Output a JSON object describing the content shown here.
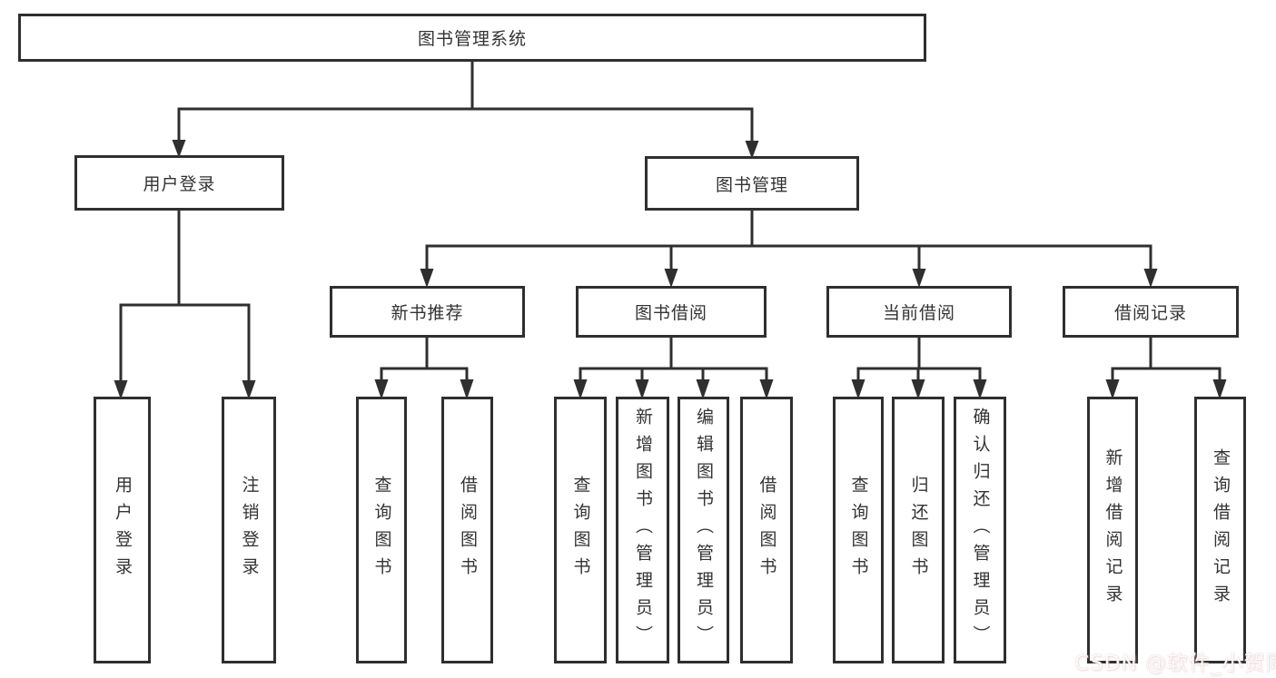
{
  "colors": {
    "line": "#2f2f2f",
    "box_bg": "#ffffff",
    "text": "#333333",
    "bg": "#ffffff",
    "watermark_text": "#ffffff"
  },
  "watermark": {
    "text": "CSDN @软件_小贺同学"
  },
  "tree": {
    "root": {
      "label": "图书管理系统",
      "children": [
        {
          "label": "用户登录",
          "children": [
            {
              "label": "用户登录"
            },
            {
              "label": "注销登录"
            }
          ]
        },
        {
          "label": "图书管理",
          "children": [
            {
              "label": "新书推荐",
              "children": [
                {
                  "label": "查询图书"
                },
                {
                  "label": "借阅图书"
                }
              ]
            },
            {
              "label": "图书借阅",
              "children": [
                {
                  "label": "查询图书"
                },
                {
                  "label": "新增图书（管理员）"
                },
                {
                  "label": "编辑图书（管理员）"
                },
                {
                  "label": "借阅图书"
                }
              ]
            },
            {
              "label": "当前借阅",
              "children": [
                {
                  "label": "查询图书"
                },
                {
                  "label": "归还图书"
                },
                {
                  "label": "确认归还（管理员）"
                }
              ]
            },
            {
              "label": "借阅记录",
              "children": [
                {
                  "label": "新增借阅记录"
                },
                {
                  "label": "查询借阅记录"
                }
              ]
            }
          ]
        }
      ]
    }
  }
}
